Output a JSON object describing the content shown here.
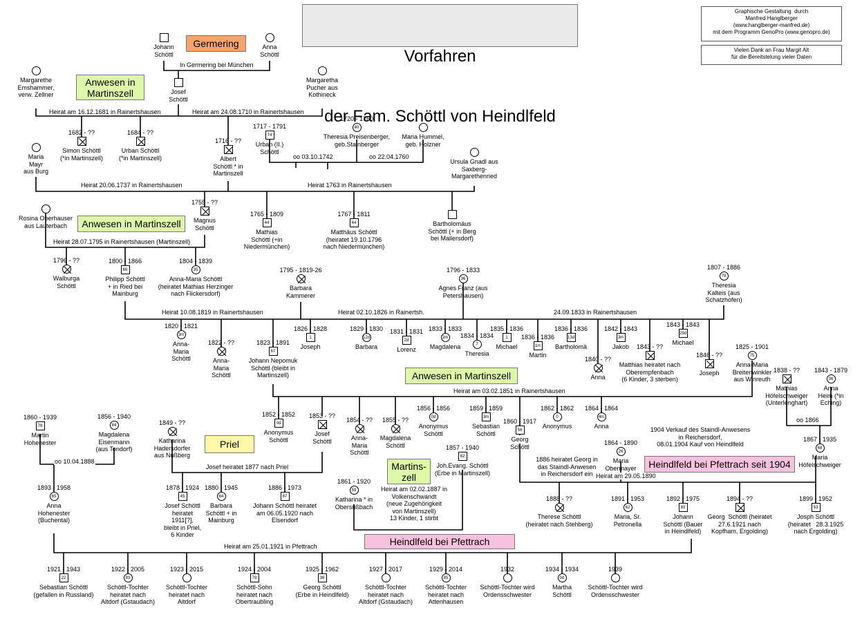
{
  "title": {
    "line1": "Vorfahren",
    "line2": "der Fam. Schöttl von Heindlfeld"
  },
  "credits": {
    "design": "Graphische Gestaltung  durch\nManfred Hanglberger\n(www.hanglberger-manfred.de)\nmit dem Programm GenoPro (www.genopro.de)",
    "thanks": "Vielen Dank an Frau Margit Alt\nfür die Bereitstelung vieler Daten"
  },
  "colors": {
    "orange": "#f4a46c",
    "green": "#ddf8a8",
    "yellow": "#fff8a8",
    "pink": "#f8c2de"
  },
  "tags": {
    "germering": "Germering",
    "anwesen1": "Anwesen in\nMartinszell",
    "anwesen2": "Anwesen in Martinszell",
    "anwesen3": "Anwesen in Martinszell",
    "priel": "Priel",
    "martinszell": "Martins-\nzell",
    "heindlfeld1904": "Heindlfeld bei Pfettrach seit 1904",
    "heindlfeld": "Heindlfeld bei Pfettrach"
  },
  "persons": {
    "p1": {
      "name": "Johann\nSchöttl"
    },
    "p2": {
      "name": "Anna\nSchöttl"
    },
    "p3": {
      "name": "Margarethe\nEmshammer,\nverw. Zellner"
    },
    "p4": {
      "name": "Josef\nSchöttl"
    },
    "p5": {
      "name": "Margaretha\nPucher aus\nKothineck"
    },
    "p6": {
      "years": "1682 - ??",
      "name": "Simon Schöttl\n(*in Martinszell)"
    },
    "p7": {
      "years": "1684 - ??",
      "name": "Urban Schöttl\n(*in Martinszell)"
    },
    "p8": {
      "years": "1716 - ??",
      "name": "Albert\nSchöttl * in\nMartinszell"
    },
    "p9": {
      "years": "1717 - 1791",
      "age": "74",
      "name": "Urban (II.)\nSchöttl"
    },
    "p10": {
      "years": "1720 - 1760",
      "age": "40",
      "name": "Theresia Preisenberger,\ngeb.Stainberger"
    },
    "p11": {
      "name": "Maria Hummel,\ngeb. Holzner"
    },
    "p12": {
      "name": "Maria\nMayr\naus Burg"
    },
    "p13": {
      "name": "Ursula Gnadl aus\nSaxberg-\nMargarethenried"
    },
    "p14": {
      "name": "Rosina Oberhauser\naus Lauterbach"
    },
    "p15": {
      "years": "1755 - ??",
      "name": "Magnus\nSchöttl"
    },
    "p16": {
      "years": "1765 - 1809",
      "age": "44",
      "name": "Mathias\nSchöttl (+in\nNiedermünchen)"
    },
    "p17": {
      "years": "1767 - 1811",
      "age": "44",
      "name": "Matthäus Schöttl\n(heiratet 19.10.1796\nnach Niedermünchen)"
    },
    "p18": {
      "name": "Bartholomäus\nSchöttl (+ in Berg\nbei Mallersdorf)"
    },
    "p19": {
      "years": "1796 - ??",
      "name": "Walburga\nSchöttl"
    },
    "p20": {
      "years": "1800 - 1866",
      "age": "66",
      "name": "Philipp Schöttl\n+ in Ried bei\nMainburg"
    },
    "p21": {
      "years": "1804 - 1839",
      "age": "35",
      "name": "Anna-Maria Schöttl\n(heiratet Mathias Herzinger\nnach Flickersdorf)"
    },
    "p22": {
      "years": "1795 - 1819-26",
      "name": "Barbara\nKammerer"
    },
    "p23": {
      "years": "1796 - 1833",
      "age": "36",
      "name": "Agnes Franz (aus\nPetershausen)"
    },
    "p24": {
      "years": "1807 - 1886",
      "age": "79",
      "name": "Theresia\nKalteis (aus\nSchatzhofen)"
    },
    "p25": {
      "years": "1820 - 1821",
      "age": "3m",
      "name": "Anna-\nMaria\nSchöttl"
    },
    "p26": {
      "years": "1822 - ??",
      "name": "Anna-\nMaria\nSchöttl"
    },
    "p27": {
      "years": "1823 - 1891",
      "age": "67",
      "name": "Johann Nepomuk\nSchöttl (bleibt in\nMartinszell)"
    },
    "p28": {
      "years": "1826 - 1828",
      "age": "1",
      "name": "Joseph"
    },
    "p29": {
      "years": "1829 - 1830",
      "age": "12d",
      "name": "Barbara"
    },
    "p30": {
      "years": "1831 - 1831",
      "age": "2d",
      "name": "Lorenz"
    },
    "p31": {
      "years": "1833 - 1833",
      "age": "2m",
      "name": "Magdalena"
    },
    "p32": {
      "years": "1834 - 1834",
      "age": "7",
      "name": "Theresia"
    },
    "p33": {
      "years": "1835 - 1836",
      "age": "1",
      "name": "Michael"
    },
    "p34": {
      "years": "1836 - 1836",
      "age": "1m",
      "name": "Martin"
    },
    "p35": {
      "years": "1836 - 1836",
      "age": "13d",
      "name": "Bartholomä"
    },
    "p36": {
      "years": "1840 - ??",
      "name": "Anna"
    },
    "p37": {
      "years": "1842 - 1843",
      "age": "3m",
      "name": "Jakob"
    },
    "p38": {
      "years": "1843 - 1843",
      "age": "29d",
      "name": "Michael"
    },
    "p39": {
      "years": "1843 - ??",
      "name": "Matthias heiratet nach\nOberempfenbach\n(6 Kinder, 3 sterben)"
    },
    "p40": {
      "years": "1846 - ??",
      "name": "Joseph"
    },
    "p41": {
      "years": "1825 - 1901",
      "age": "75",
      "name": "Anna-Maria\nBreitenwinkler\naus Winreuth"
    },
    "p42": {
      "years": "1838 - ??",
      "name": "Mathias\nHöfelschweiger\n(Unterlenghart)"
    },
    "p43": {
      "years": "1843 - 1879",
      "age": "36",
      "name": "Anna\nHeim (*in\nEching)"
    },
    "p44": {
      "years": "1860 - 1939",
      "age": "78",
      "name": "Martin\nHohenester"
    },
    "p45": {
      "years": "1856 - 1940",
      "age": "84",
      "name": "Magdalena\nEisenmann\n(aus Tondorf)"
    },
    "p46": {
      "years": "1849 - ??",
      "name": "Katharina\nHadersdorfer\naus Nußberg"
    },
    "p47": {
      "years": "1852 - 1852",
      "age": "0d",
      "name": "Anonymus\nSchöttl"
    },
    "p48": {
      "years": "1853 - ??",
      "name": "Josef\nSchöttl"
    },
    "p49": {
      "years": "1854 - ??",
      "name": "Anna-\nMaria\nSchöttl"
    },
    "p50": {
      "years": "1855 - ??",
      "name": "Magdalena\nSchöttl"
    },
    "p51": {
      "years": "1856 - 1856",
      "age": "0d",
      "name": "Anonymus\nSchöttl"
    },
    "p52": {
      "years": "1859 - 1859",
      "age": "3m",
      "name": "Sebastian\nSchöttl"
    },
    "p53": {
      "years": "1860 - 1917",
      "age": "56",
      "name": "Georg\nSchöttl"
    },
    "p54": {
      "years": "1862 - 1862",
      "age": "0",
      "name": "Anonymus"
    },
    "p55": {
      "years": "1864 - 1864",
      "age": "4m",
      "name": "Anna"
    },
    "p56": {
      "years": "1867 - 1935",
      "age": "68",
      "name": "Maria\nHöfelschweiger"
    },
    "p57": {
      "years": "1864 - 1890",
      "age": "26",
      "name": "Maria\nObermayer"
    },
    "p58": {
      "years": "1893 - 1958",
      "age": "65",
      "name": "Anna\nHohenester\n(Buchental)"
    },
    "p59": {
      "years": "1878 - 1924",
      "age": "45",
      "name": "Josef Schöttl\nheiratet\n1911[?],\nbleibt in Priel,\n6 Kinder"
    },
    "p60": {
      "years": "1880 - 1945",
      "age": "64",
      "name": "Barbara\nSchöttl + in\nMainburg"
    },
    "p61": {
      "years": "1886 - 1973",
      "age": "87",
      "name": "Johann Schöttl heiratet\nam 06.05.1920 nach\nElsendorf"
    },
    "p62": {
      "years": "1861 - 1920",
      "age": "59",
      "name": "Katharina * in\nObersüßbach"
    },
    "p63": {
      "years": "1857 - 1940",
      "age": "82",
      "name": "Joh.Evang. Schöttl\n(Erbe in Martinszell)"
    },
    "p64": {
      "years": "1888 - ??",
      "name": "Therese Schöttl\n(heiratet nach Stehberg)"
    },
    "p65": {
      "years": "1891 - 1953",
      "age": "62",
      "name": "Maria, Sr.\nPetronella"
    },
    "p66": {
      "years": "1892 - 1975",
      "age": "83",
      "name": "Johann\nSchöttl (Bauer\nin Heindlfeld)"
    },
    "p67": {
      "years": "1894 - ??",
      "name": "Georg  Schöttl (heiratet\n27.6.1921 nach\nKopfham, Ergolding)"
    },
    "p68": {
      "years": "1899 - 1952",
      "age": "53",
      "name": "Josph Schöttl\n(heiratet   28.3.1925\nnach Ergolding)"
    },
    "p69": {
      "years": "1921 - 1943",
      "age": "22",
      "name": "Sebastian Schöttl\n(gefallen in Russland)"
    },
    "p70": {
      "years": "1922 - 2005",
      "age": "83",
      "name": "Schöttl-Tochter\nheiratet nach\nAltdorf (Gstaudach)"
    },
    "p71": {
      "years": "1923 - 2015",
      "name": "Schöttl-Tochter\nheiratet nach\nAltdorf"
    },
    "p72": {
      "years": "1924 - 2004",
      "age": "79",
      "name": "Schöttl-Sohn\nheiratet nach\nObertraubling"
    },
    "p73": {
      "years": "1925 - 1962",
      "age": "36",
      "name": "Georg Schöttl\n(Erbe in Heindlfeld)"
    },
    "p74": {
      "years": "1927 - 2017",
      "name": "Schöttl-Tochter\nheiratet nach\nAltdorf (Gstaudach)"
    },
    "p75": {
      "years": "1929 - 2014",
      "age": "85",
      "name": "Schöttl-Tochter\nheiratet nach\nAttenhausen"
    },
    "p76": {
      "years": "1932",
      "name": "Schöttl-Tochter wird\nOrdensschwester"
    },
    "p77": {
      "years": "1934 - 1934",
      "age": "0d",
      "name": "Martha\nSchöttl"
    },
    "p78": {
      "years": "1939",
      "name": "Schöttl-Tochter wird\nOrdensschwester"
    }
  },
  "labels": {
    "l1": "In Germering bei München",
    "l2": "Heirat am 16.12.1681 in Rainertshausen",
    "l3": "Heirat am 24.08.1710 in Rainertshausen",
    "l4": "oo 03.10.1742",
    "l5": "oo 22.04.1760",
    "l6": "Heirat 20.06.1737 in Rainertshausen",
    "l7": "Heirat 1763 in Rainertshausen",
    "l8": "Heirat 28.07.1795 in Rainertshausen (Martinszell)",
    "l9": "Heirat 10.08.1819 in Rainertshausen",
    "l10": "Heirat 02.10.1826 in Rainertsh.",
    "l11": "24.09.1833 in Rainertshausen",
    "l12": "Heirat am 03.02.1851 in Rainertshausen",
    "l13": "oo 1866",
    "l14": "oo 10.04.1888",
    "l15": "Josef heiratet 1877 nach Priel",
    "l16": "1904 Verkauf des Staindl-Anwesens\nin Reichersdorf,\n08.01.1904 Kauf von Heindlfeld",
    "l17": "1886 heiratet Georg in\ndas Staindl-Anwesen\nin Reichersdorf ein",
    "l18": "Heirat am 29.05.1890",
    "l19": "Heirat am 02.02.1887 in\nVolkenschwandt\n(neue Zugehörigkeit\nvon Martinszell)\n13 Kinder, 1 stirbt",
    "l20": "Heirat am 25.01.1921 in Pfettrach"
  }
}
